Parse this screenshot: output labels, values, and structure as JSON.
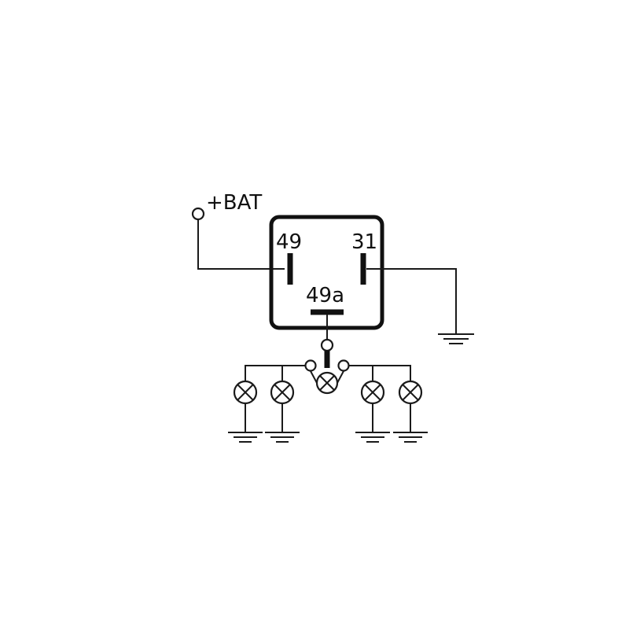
{
  "diagram": {
    "battery_label": "+BAT",
    "terminal_49": "49",
    "terminal_31": "31",
    "terminal_49a": "49a"
  },
  "colors": {
    "line": "#1a1a1a",
    "background": "#ffffff"
  }
}
